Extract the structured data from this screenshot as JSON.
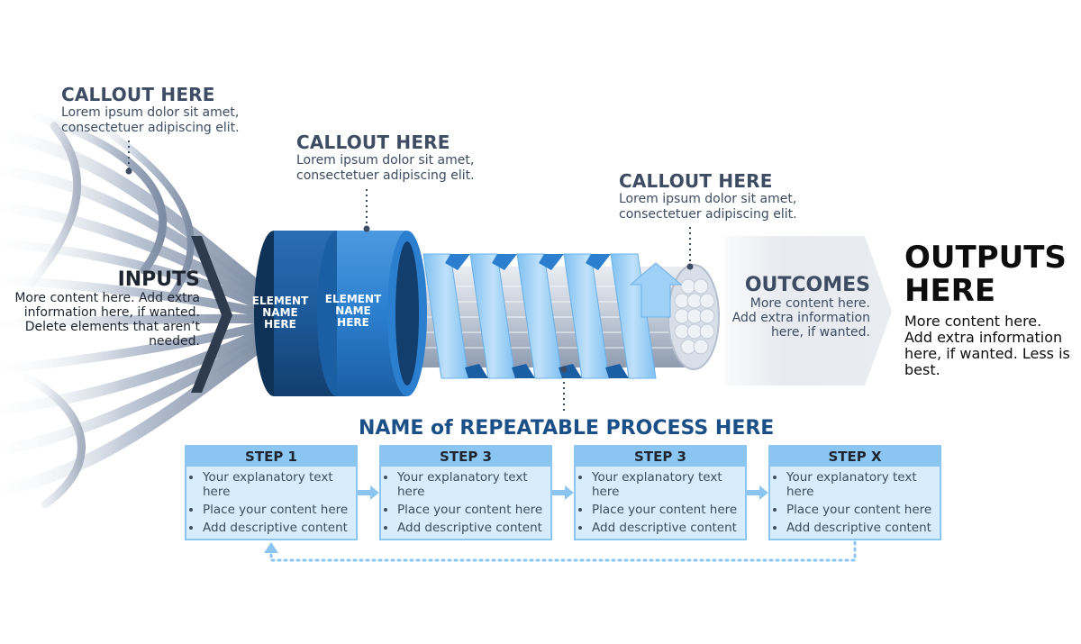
{
  "callouts": [
    {
      "title": "CALLOUT HERE",
      "line1": "Lorem ipsum dolor sit amet,",
      "line2": "consectetuer adipiscing elit."
    },
    {
      "title": "CALLOUT HERE",
      "line1": "Lorem ipsum dolor sit amet,",
      "line2": "consectetuer adipiscing elit."
    },
    {
      "title": "CALLOUT HERE",
      "line1": "Lorem ipsum dolor sit amet,",
      "line2": "consectetuer adipiscing elit."
    }
  ],
  "inputs": {
    "title": "INPUTS",
    "lines": [
      "More content here. Add extra",
      "information here, if wanted.",
      "Delete elements that aren’t",
      "needed."
    ]
  },
  "elements": [
    {
      "label": "ELEMENT NAME HERE"
    },
    {
      "label": "ELEMENT NAME HERE"
    }
  ],
  "outcomes": {
    "title": "OUTCOMES",
    "lines": [
      "More content here.",
      "Add extra information",
      "here, if wanted."
    ]
  },
  "outputs": {
    "title_line1": "OUTPUTS",
    "title_line2": "HERE",
    "lines": [
      "More content here.",
      "Add extra information",
      "here, if wanted. Less is",
      "best."
    ]
  },
  "process": {
    "title": "NAME of REPEATABLE PROCESS HERE",
    "steps": [
      {
        "header": "STEP 1",
        "bullets": [
          "Your explanatory text here",
          "Place your content here",
          "Add descriptive content"
        ]
      },
      {
        "header": "STEP 3",
        "bullets": [
          "Your explanatory text here",
          "Place your content here",
          "Add descriptive content"
        ]
      },
      {
        "header": "STEP 3",
        "bullets": [
          "Your explanatory text here",
          "Place your content here",
          "Add descriptive content"
        ]
      },
      {
        "header": "STEP X",
        "bullets": [
          "Your explanatory text here",
          "Place your content here",
          "Add descriptive content"
        ]
      }
    ]
  },
  "colors": {
    "dark_blue": "#1d5a9a",
    "mid_blue": "#2b7fce",
    "light_blue": "#9fd0f5",
    "step_fill": "#d7ecfc",
    "step_border": "#8ac6f1",
    "text_navy": "#3d4c62"
  }
}
